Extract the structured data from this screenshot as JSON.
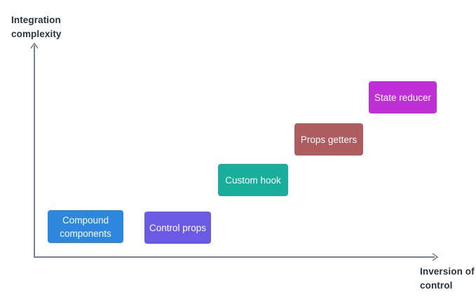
{
  "diagram": {
    "axes": {
      "y_label": "Integration\ncomplexity",
      "x_label": "Inversion of\ncontrol",
      "line_color": "#76828E",
      "label_color": "#28323E"
    },
    "nodes": [
      {
        "label": "Compound components",
        "color": "#2D87DC"
      },
      {
        "label": "Control props",
        "color": "#6B5AE4"
      },
      {
        "label": "Custom hook",
        "color": "#19AD9B"
      },
      {
        "label": "Props getters",
        "color": "#AE5C5F"
      },
      {
        "label": "State reducer",
        "color": "#BE30D5"
      }
    ],
    "node_text_color": "#FFFFFF"
  }
}
